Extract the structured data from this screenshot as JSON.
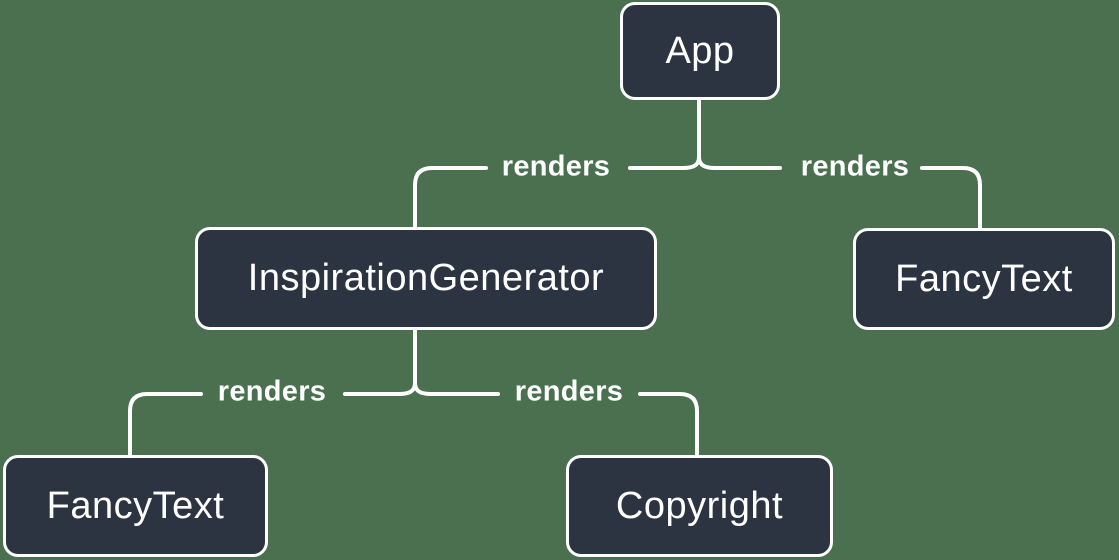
{
  "diagram": {
    "type": "component-render-tree",
    "colors": {
      "background": "#4A7050",
      "node_fill": "#2D3441",
      "stroke": "#FFFFFF",
      "text": "#FFFFFF"
    },
    "nodes": {
      "app": {
        "label": "App"
      },
      "inspiration_generator": {
        "label": "InspirationGenerator"
      },
      "fancy_text_top": {
        "label": "FancyText"
      },
      "fancy_text_bottom": {
        "label": "FancyText"
      },
      "copyright": {
        "label": "Copyright"
      }
    },
    "edges": {
      "app_to_inspiration_generator": {
        "from": "App",
        "to": "InspirationGenerator",
        "label": "renders"
      },
      "app_to_fancy_text": {
        "from": "App",
        "to": "FancyText",
        "label": "renders"
      },
      "inspiration_generator_to_fancy_text": {
        "from": "InspirationGenerator",
        "to": "FancyText",
        "label": "renders"
      },
      "inspiration_generator_to_copyright": {
        "from": "InspirationGenerator",
        "to": "Copyright",
        "label": "renders"
      }
    }
  }
}
